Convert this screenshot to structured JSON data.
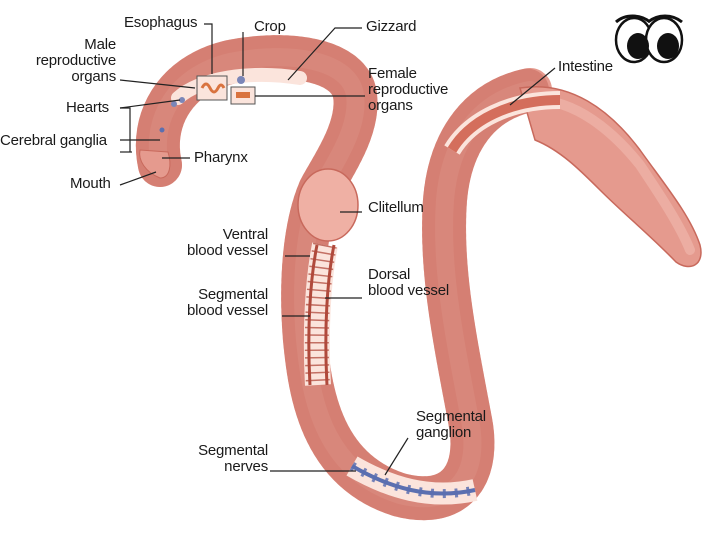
{
  "labels": {
    "esophagus": "Esophagus",
    "crop": "Crop",
    "gizzard": "Gizzard",
    "male_reproductive_organs": [
      "Male",
      "reproductive",
      "organs"
    ],
    "female_reproductive_organs": [
      "Female",
      "reproductive",
      "organs"
    ],
    "hearts": "Hearts",
    "cerebral_ganglia": "Cerebral ganglia",
    "pharynx": "Pharynx",
    "mouth": "Mouth",
    "intestine": "Intestine",
    "clitellum": "Clitellum",
    "ventral_blood_vessel": [
      "Ventral",
      "blood vessel"
    ],
    "segmental_blood_vessel": [
      "Segmental",
      "blood vessel"
    ],
    "dorsal_blood_vessel": [
      "Dorsal",
      "blood vessel"
    ],
    "segmental_ganglion": [
      "Segmental",
      "ganglion"
    ],
    "segmental_nerves": [
      "Segmental",
      "nerves"
    ]
  },
  "colors": {
    "body": "#e59a8e",
    "body_dark": "#c8695c",
    "body_light": "#f4c0b6",
    "clitellum": "#efb0a4",
    "inner": "#fbe4dc",
    "organ": "#d9733f",
    "nerve": "#5b6fb0"
  }
}
